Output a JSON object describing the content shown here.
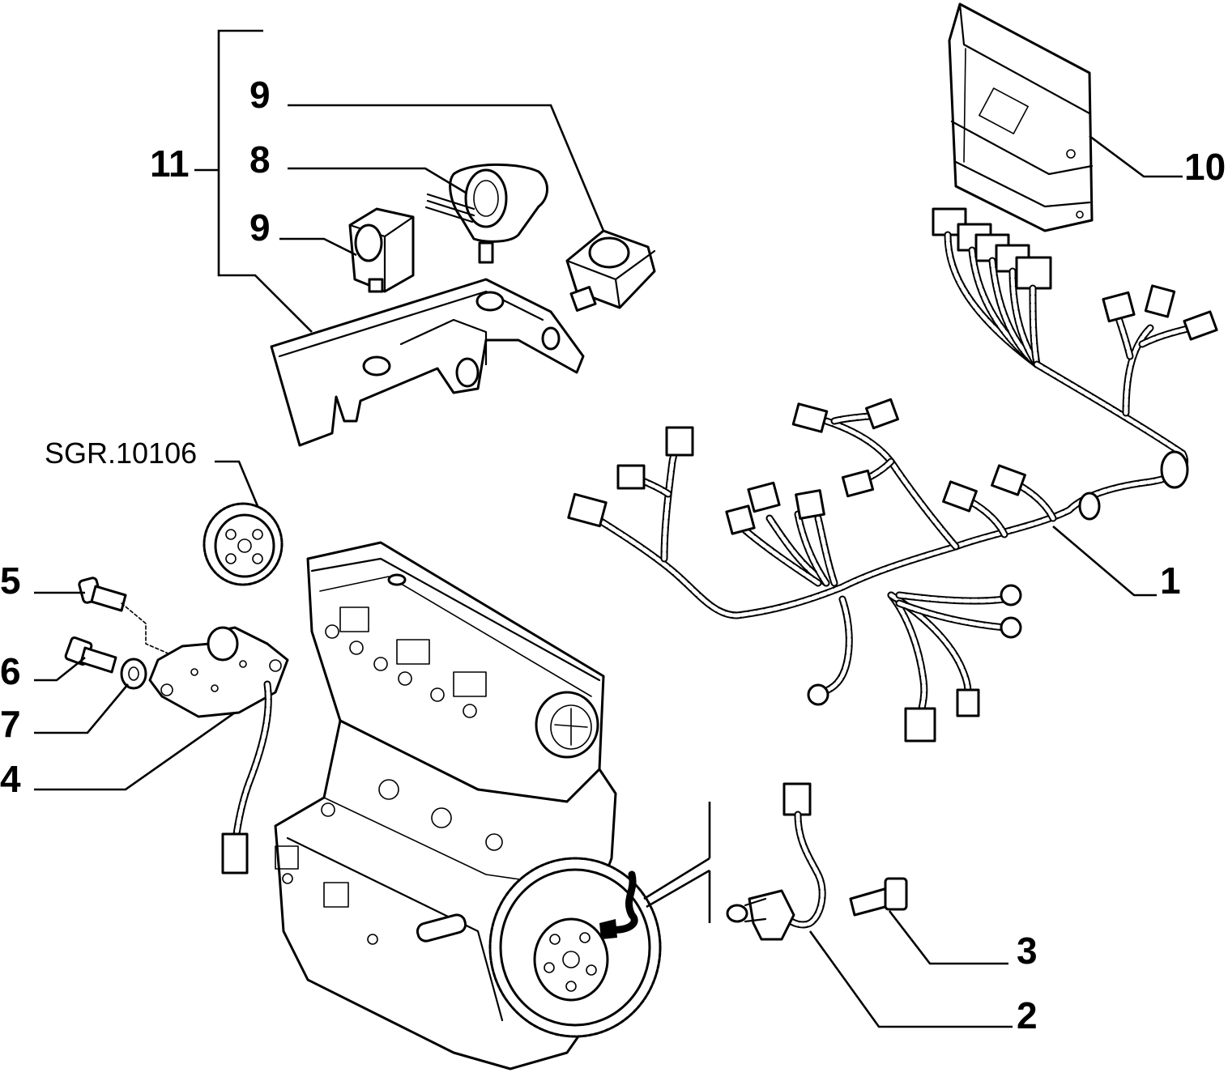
{
  "callouts": {
    "c1": "1",
    "c2": "2",
    "c3": "3",
    "c4": "4",
    "c5": "5",
    "c6": "6",
    "c7": "7",
    "c8": "8",
    "c9_top": "9",
    "c9_left": "9",
    "c10": "10",
    "c11": "11",
    "sgr": "SGR.10106"
  },
  "parts": {
    "p1": "wiring-harness",
    "p2": "crankshaft-sensor",
    "p3": "sensor-bolt",
    "p4": "camshaft-sensor",
    "p5": "bolt",
    "p6": "bolt",
    "p7": "washer",
    "p8": "ignition-coil",
    "p9": "coil-module",
    "p10": "engine-control-unit",
    "p11": "coil-bracket",
    "engine": "engine-block",
    "pulley": "timing-pulley"
  }
}
